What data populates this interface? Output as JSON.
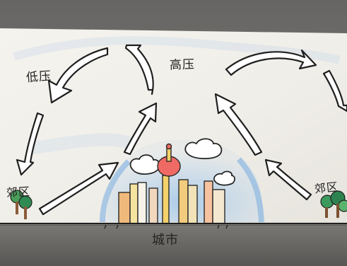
{
  "drawing": {
    "labels": {
      "left_low": "低压",
      "top_high": "高压",
      "left_suburb": "郊区",
      "right_suburb": "郊区",
      "city": "城市"
    },
    "colors": {
      "paper": "#f1efe8",
      "sky_blue": "#9ec4e6",
      "ink": "#1a1a1a"
    },
    "icons": [
      "circulation-arrow",
      "tv-tower",
      "cloud",
      "tree",
      "building"
    ]
  }
}
